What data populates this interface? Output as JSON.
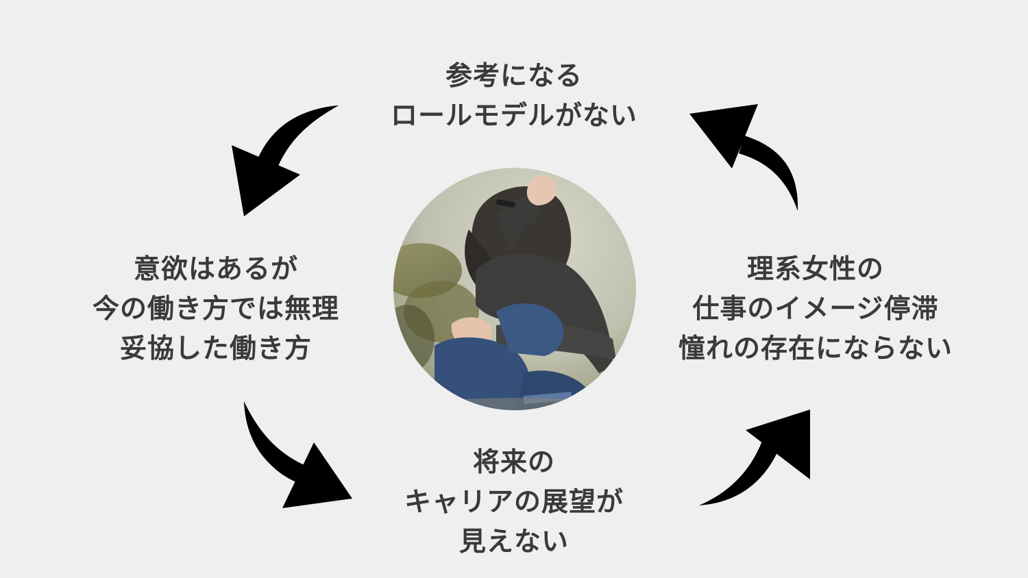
{
  "diagram": {
    "type": "cycle",
    "nodes": {
      "top": {
        "lines": [
          "参考になる",
          "ロールモデルがない"
        ]
      },
      "left": {
        "lines": [
          "意欲はあるが",
          "今の働き方では無理",
          "妥協した働き方"
        ]
      },
      "right": {
        "lines": [
          "理系女性の",
          "仕事のイメージ停滞",
          "憧れの存在にならない"
        ]
      },
      "bottom": {
        "lines": [
          "将来の",
          "キャリアの展望が",
          "見えない"
        ]
      }
    },
    "center_image": {
      "subject": "woman sitting with head in hands"
    },
    "arrow_direction": "counter-clockwise",
    "colors": {
      "background": "#efefef",
      "text": "#3a3a3a",
      "arrow": "#000000"
    }
  }
}
